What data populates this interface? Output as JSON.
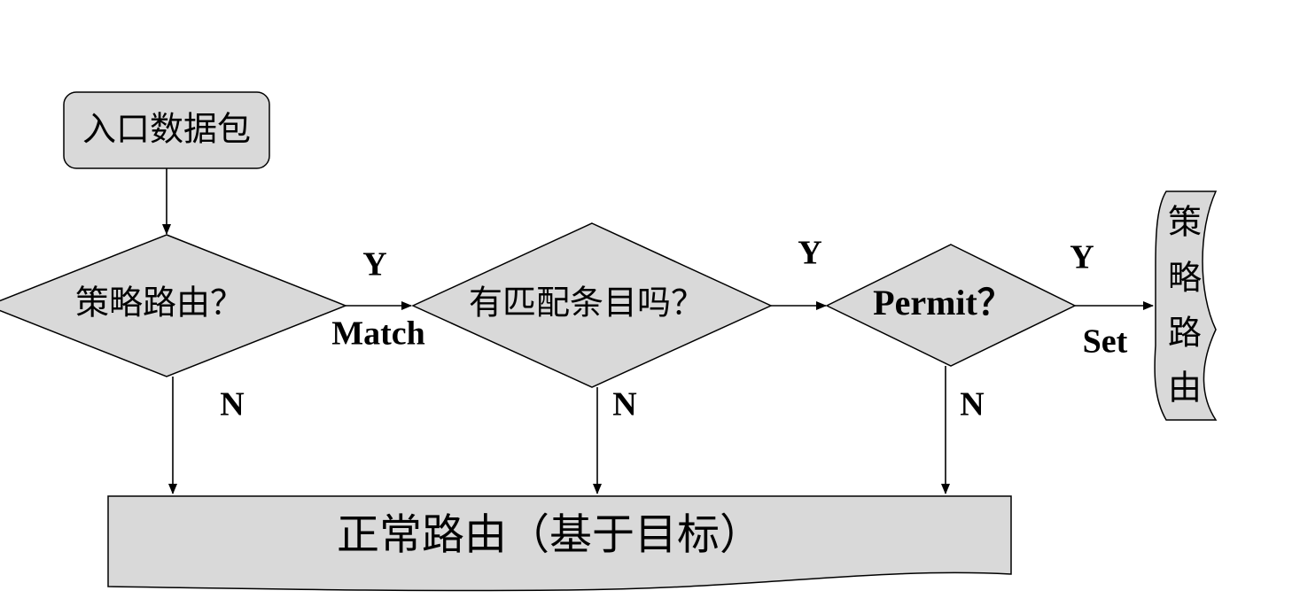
{
  "nodes": {
    "start": {
      "label": "入口数据包"
    },
    "decision_policy": {
      "label": "策略路由？"
    },
    "decision_match": {
      "label": "有匹配条目吗？"
    },
    "decision_permit": {
      "label": "Permit？"
    },
    "end_policy": {
      "chars": [
        "策",
        "略",
        "路",
        "由"
      ]
    },
    "end_normal": {
      "label": "正常路由（基于目标）"
    }
  },
  "edges": {
    "policy_yes": "Y",
    "policy_match": "Match",
    "policy_no": "N",
    "match_yes": "Y",
    "match_no": "N",
    "permit_yes": "Y",
    "permit_set": "Set",
    "permit_no": "N"
  },
  "colors": {
    "shape_fill": "#d9d9d9",
    "stroke": "#000000"
  }
}
